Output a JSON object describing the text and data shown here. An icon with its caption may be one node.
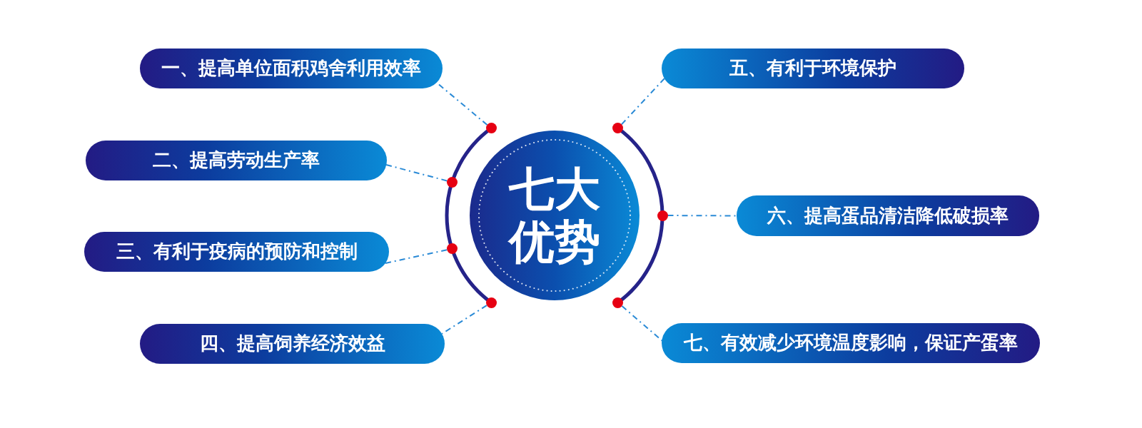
{
  "diagram": {
    "nodes": [
      {
        "text": [
          "七大优势"
        ]
      },
      {
        "text": [
          "一、提高单位面积鸡舍利用效率"
        ]
      },
      {
        "text": [
          "二、提高劳动生产率"
        ]
      },
      {
        "text": [
          "三、有利于疫病的预防和控制"
        ]
      },
      {
        "text": [
          "四、提高饲养经济效益"
        ]
      },
      {
        "text": [
          "五、有利于环境保护"
        ]
      },
      {
        "text": [
          "六、提高蛋品清洁降低破损率"
        ]
      },
      {
        "text": [
          "七、有效减少环境温度影响，保证产蛋率"
        ]
      },
      {
        "text": [],
        "shape": "circle"
      },
      {
        "text": [],
        "shape": "circle"
      },
      {
        "text": [],
        "shape": "circle"
      },
      {
        "text": [],
        "shape": "circle"
      },
      {
        "text": [],
        "shape": "circle"
      },
      {
        "text": [],
        "shape": "circle"
      },
      {
        "text": [],
        "shape": "circle"
      }
    ],
    "edges": [
      {
        "from": 8,
        "to": 1,
        "arrow": "none",
        "style": "dashed"
      },
      {
        "from": 9,
        "to": 2,
        "arrow": "none",
        "style": "dashed"
      },
      {
        "from": 10,
        "to": 3,
        "arrow": "none",
        "style": "dashed"
      },
      {
        "from": 11,
        "to": 4,
        "arrow": "none",
        "style": "dashed"
      },
      {
        "from": 12,
        "to": 5,
        "arrow": "none",
        "style": "dashed"
      },
      {
        "from": 13,
        "to": 6,
        "arrow": "none",
        "style": "dashed"
      },
      {
        "from": 14,
        "to": 7,
        "arrow": "none",
        "style": "dashed"
      }
    ]
  }
}
